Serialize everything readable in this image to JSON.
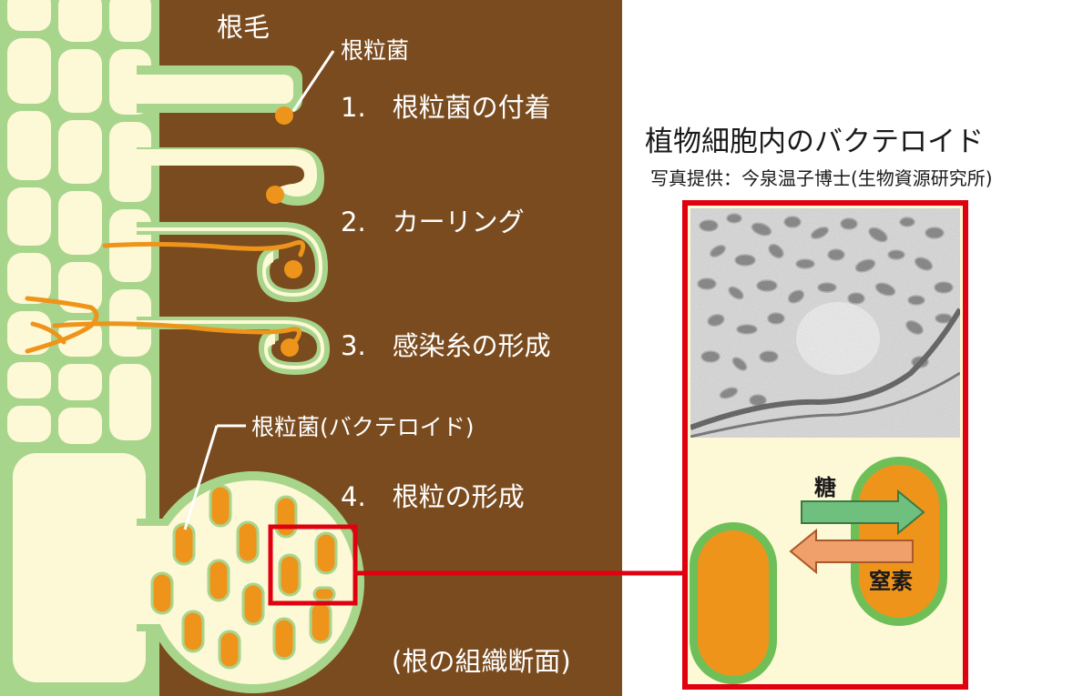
{
  "diagram": {
    "labels": {
      "root_hair": "根毛",
      "rhizobium": "根粒菌",
      "step1": "1.　根粒菌の付着",
      "step2": "2.　カーリング",
      "step3": "3.　感染糸の形成",
      "rhizobium_bacteroid": "根粒菌(バクテロイド)",
      "step4": "4.　根粒の形成",
      "cross_section": "(根の組織断面)"
    },
    "inset": {
      "title": "植物細胞内のバクテロイド",
      "credit": "写真提供：今泉温子博士(生物資源研究所)",
      "sugar": "糖",
      "nitrogen": "窒素"
    },
    "colors": {
      "soil": "#7a4b1e",
      "cell_fill": "#fdf8d6",
      "cell_wall": "#a8d58c",
      "bacterium": "#ef941b",
      "highlight_red": "#e00010",
      "sugar_arrow": "#6fbf7e",
      "nitrogen_arrow": "#f0a06a"
    }
  }
}
